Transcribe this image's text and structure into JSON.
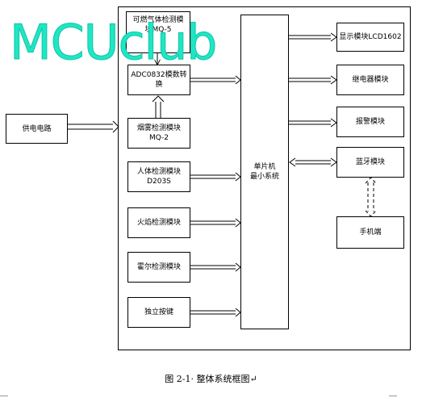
{
  "watermark": "MCUclub",
  "blocks": {
    "power": "供电电路",
    "gas": [
      "可燃气体检测模",
      "块MQ-5"
    ],
    "adc": [
      "ADC0832模数转",
      "换"
    ],
    "smoke": [
      "烟雾检测模块",
      "MQ-2"
    ],
    "body": [
      "人体检测模块",
      "D203S"
    ],
    "flame": "火焰检测模块",
    "hall": "霍尔检测模块",
    "key": "独立按键",
    "mcu": [
      "单片机",
      "最小系统"
    ],
    "lcd": "显示模块LCD1602",
    "relay": "继电器模块",
    "alarm": "报警模块",
    "bluetooth": "蓝牙模块",
    "phone": "手机端"
  },
  "caption": "图 2-1· 整体系统框图↵"
}
